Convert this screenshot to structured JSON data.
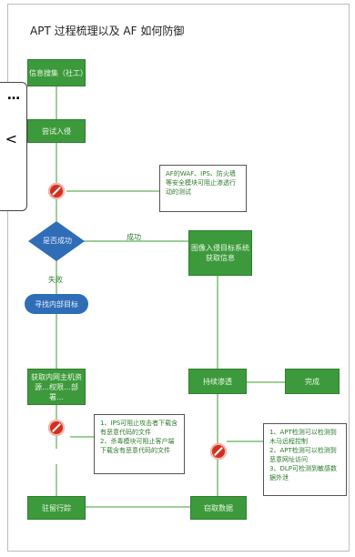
{
  "title": "APT 过程梳理以及 AF 如何防御",
  "nodes": {
    "info_gather": "信息搜集（社工）",
    "intrusion": "尝试入侵",
    "decision": "是否成功",
    "find_target": "寻找内部目标",
    "lateral": "获取内网主机资源…权限…部署…",
    "persist": "驻留行踪",
    "steal_data": "窃取数据",
    "stage_control": "图像入侵目标系统获取信息",
    "internal_transfer": "持续渗透",
    "complete": "完成"
  },
  "labels": {
    "success": "成功",
    "fail": "失败"
  },
  "notes": {
    "waf": "AF的WAF、IPS、防火墙等安全模块可阻止渗透行动的测试",
    "ips_note": "1、IPS可阻止攻击者下载含有恶意代码的文件\n2、杀毒模块可阻止客户端下载含有恶意代码的文件",
    "apt_note": "1、APT检测可以检测到木马远程控制\n2、APT检测可以检测到恶意网址访问\n3、DLP可检测到敏感数据外泄"
  },
  "popup": {
    "dots": "…",
    "char": "<"
  }
}
